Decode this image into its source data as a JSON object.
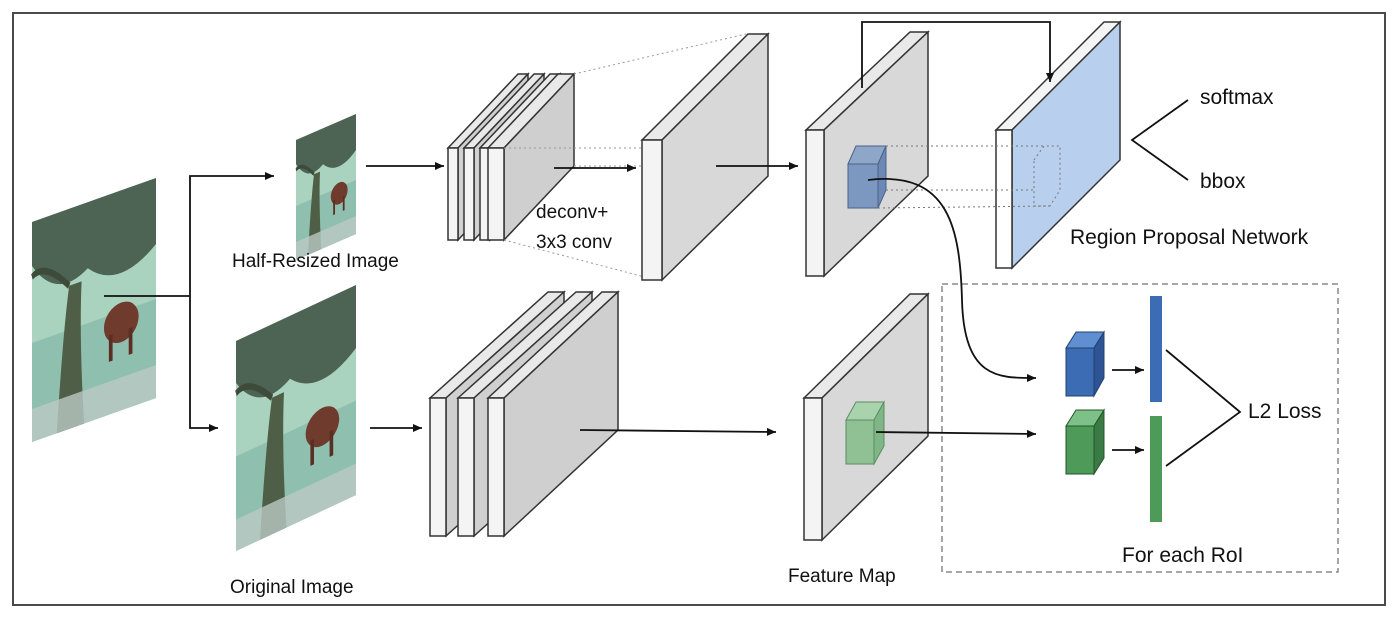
{
  "labels": {
    "half_resized": "Half-Resized Image",
    "original": "Original Image",
    "deconv_line1": "deconv+",
    "deconv_line2": "3x3 conv",
    "rpn": "Region Proposal Network",
    "softmax": "softmax",
    "bbox": "bbox",
    "feature_map": "Feature Map",
    "l2_loss": "L2 Loss",
    "for_each_roi": "For each RoI"
  },
  "colors": {
    "rpn_fill": "#b9cfee",
    "roi_blue": "#3c6cb4",
    "roi_green": "#4e9a58",
    "roi_blue_light": "#7d98c0",
    "roi_green_light": "#8fc195",
    "layer_front": "#f2f2f2",
    "layer_face": "#d6d6d6",
    "scene_sky": "#9fc9b4",
    "tree": "#3f5a42",
    "animal": "#6e3b2c"
  },
  "icons": {
    "scene": "photo-tree-animal-icon"
  }
}
